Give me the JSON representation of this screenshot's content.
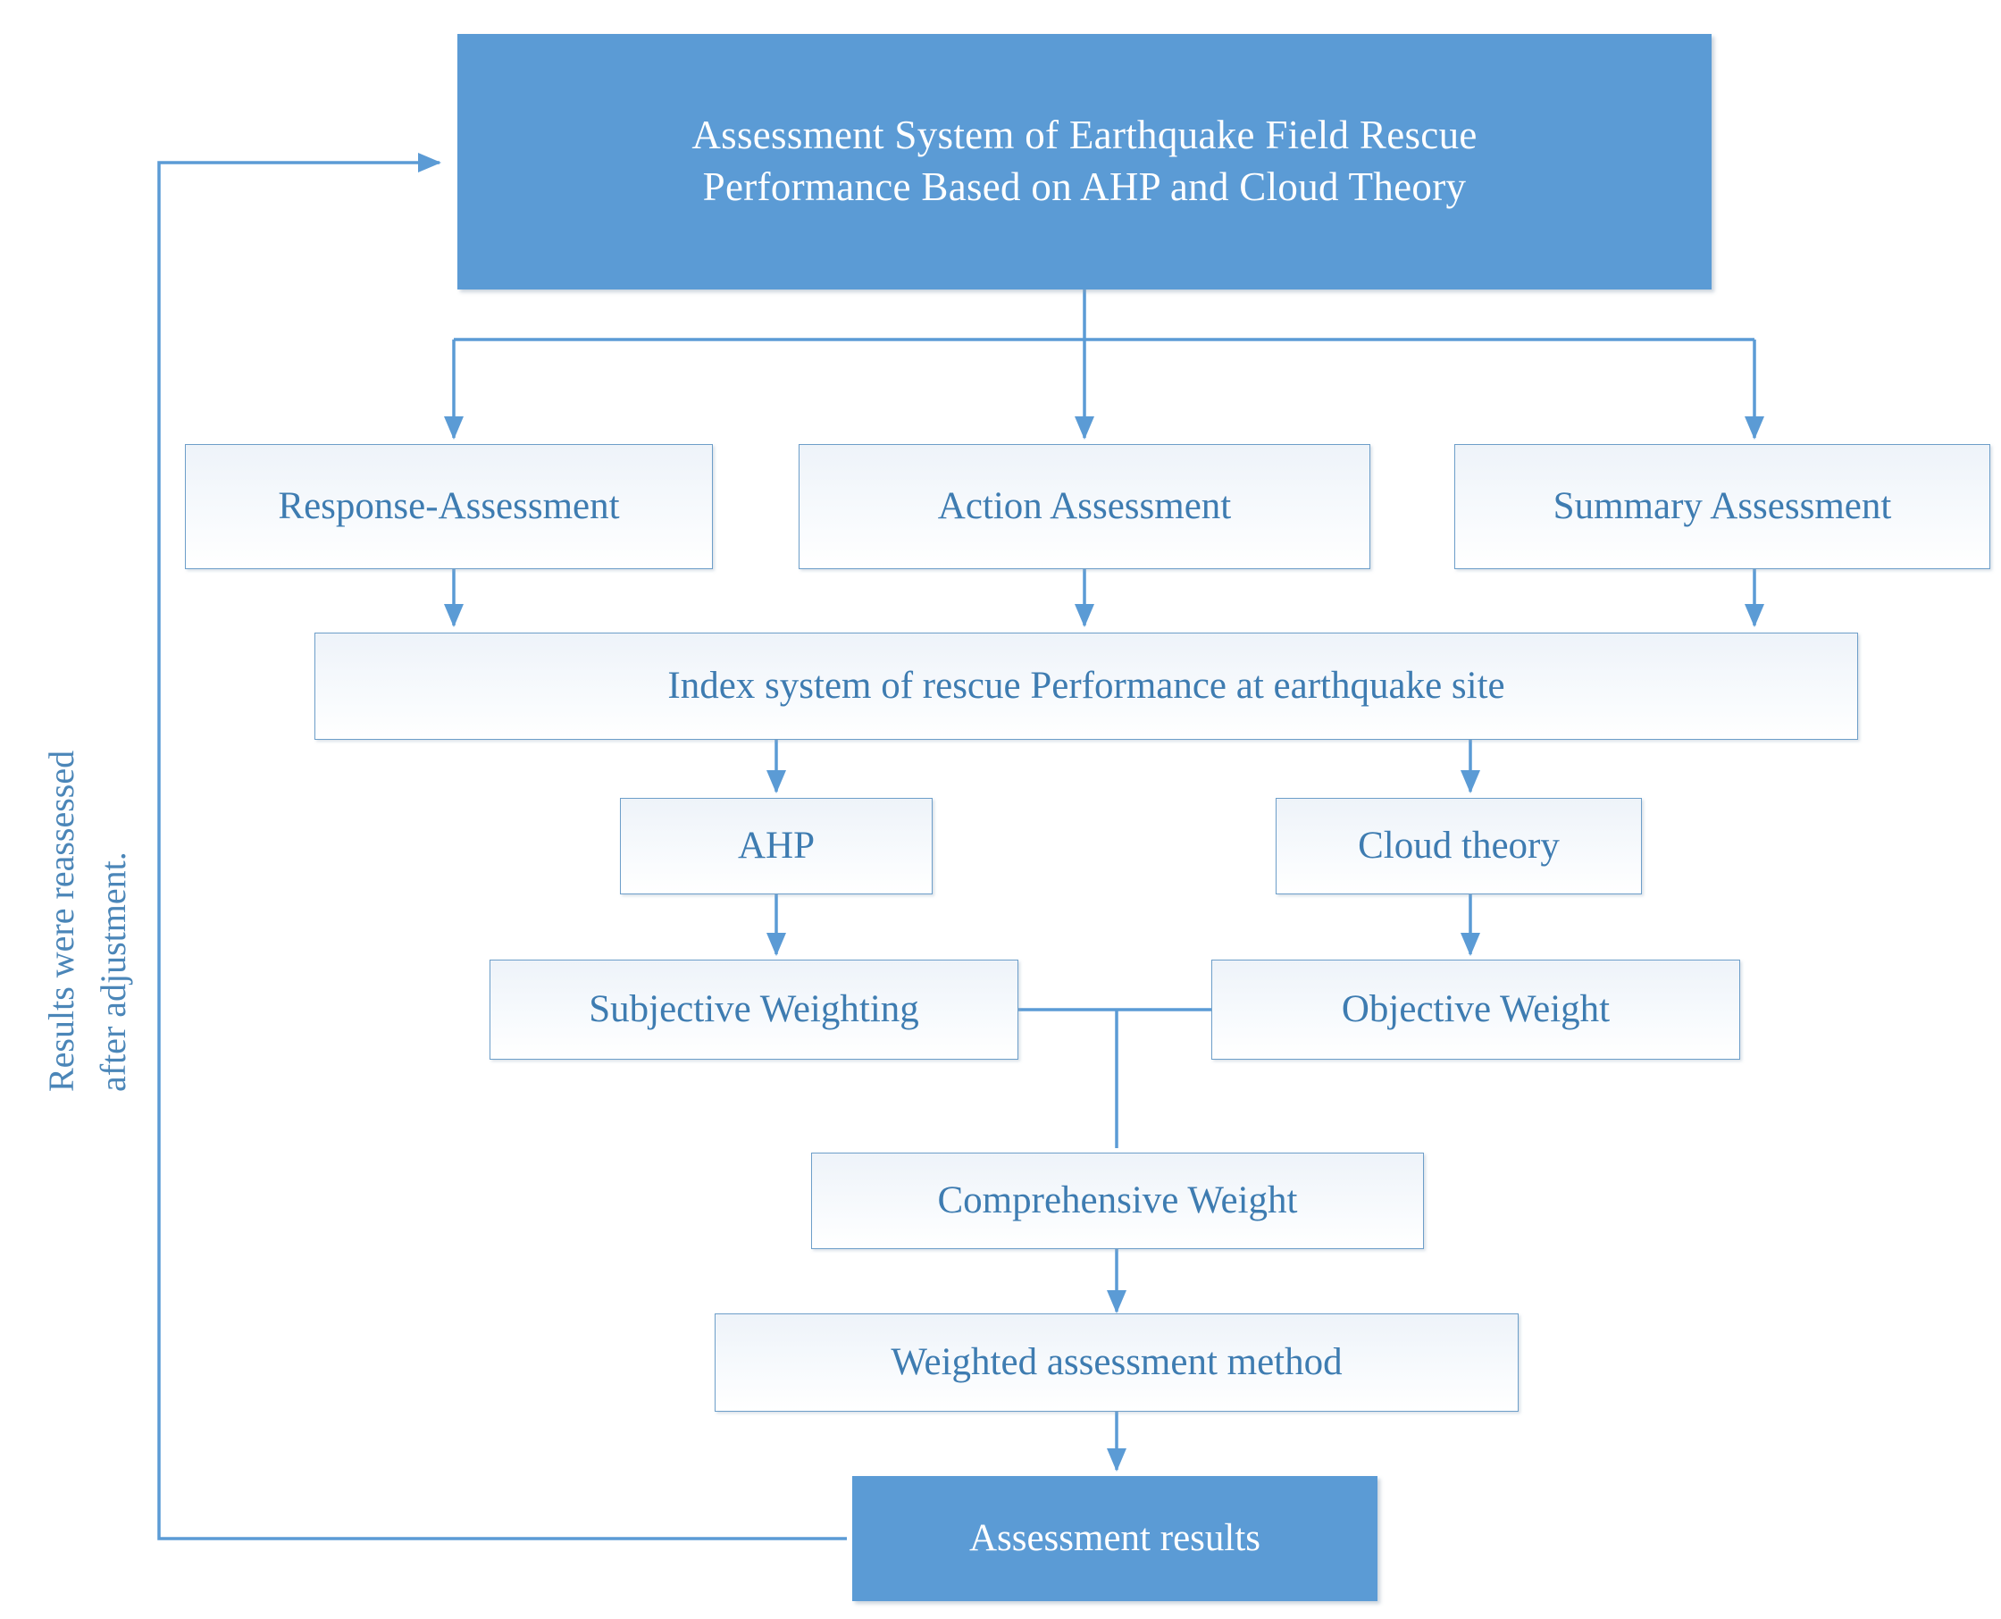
{
  "diagram": {
    "title_box": {
      "line1": "Assessment System of Earthquake Field Rescue",
      "line2": "Performance Based on AHP and Cloud Theory"
    },
    "assessment_row": [
      {
        "label": "Response-Assessment"
      },
      {
        "label": "Action Assessment"
      },
      {
        "label": "Summary Assessment"
      }
    ],
    "index_system": {
      "label": "Index system of rescue Performance at earthquake site"
    },
    "methods": [
      {
        "label": "AHP"
      },
      {
        "label": "Cloud theory"
      }
    ],
    "weights": [
      {
        "label": "Subjective Weighting"
      },
      {
        "label": "Objective Weight"
      }
    ],
    "comprehensive_weight": {
      "label": "Comprehensive Weight"
    },
    "weighted_method": {
      "label": "Weighted assessment method"
    },
    "results": {
      "label": "Assessment results"
    },
    "feedback_note": {
      "line1": "Results were reassessed",
      "line2": "after adjustment."
    },
    "colors": {
      "primary_fill": "#5B9BD5",
      "primary_text": "#FFFFFF",
      "node_text": "#3E7CB1",
      "node_border": "#6D9EC9",
      "connector": "#5B9BD5",
      "note_text": "#4B86B8",
      "background": "#FFFFFF"
    }
  }
}
